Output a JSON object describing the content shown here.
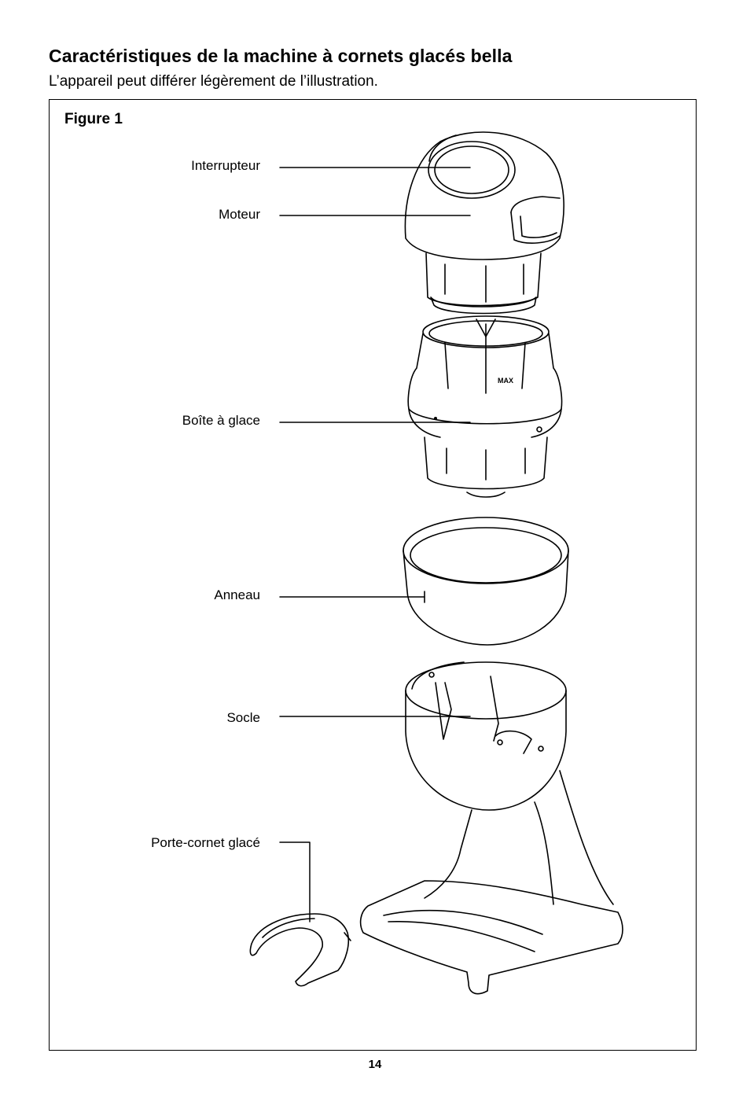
{
  "header": {
    "title": "Caractéristiques de la machine à cornets glacés bella",
    "subtitle": "L’appareil peut différer légèrement de l’illustration."
  },
  "figure": {
    "label": "Figure 1",
    "max_marking": "MAX",
    "parts": [
      {
        "label": "Interrupteur"
      },
      {
        "label": "Moteur"
      },
      {
        "label": "Boîte à glace"
      },
      {
        "label": "Anneau"
      },
      {
        "label": "Socle"
      },
      {
        "label": "Porte-cornet glacé"
      }
    ]
  },
  "footer": {
    "page_number": "14"
  }
}
